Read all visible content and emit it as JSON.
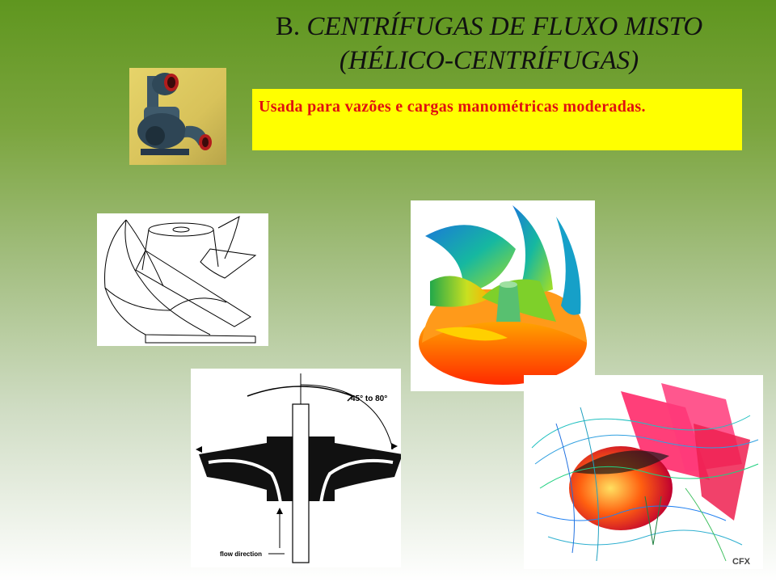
{
  "title": {
    "line1_prefix": "B.",
    "line1_rest": " CENTRÍFUGAS DE FLUXO MISTO",
    "line2": "(HÉLICO-CENTRÍFUGAS)"
  },
  "callout": {
    "text": "Usada para vazões e cargas manométricas moderadas."
  },
  "figures": {
    "section_angle_label": "45° to 80°",
    "section_flow_label": "flow direction",
    "cfd_label": "CFX"
  },
  "colors": {
    "callout_bg": "#ffff00",
    "callout_text": "#e01010"
  }
}
